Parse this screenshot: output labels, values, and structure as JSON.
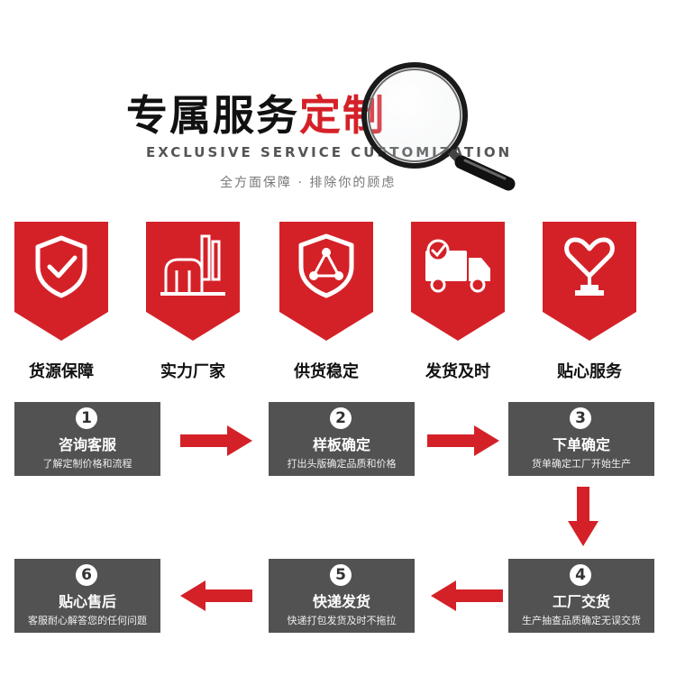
{
  "header": {
    "title_black": "专属服务",
    "title_red": "定制",
    "subtitle": "EXCLUSIVE SERVICE CUSTOMIZATION",
    "tagline": "全方面保障 · 排除你的顾虑"
  },
  "colors": {
    "accent": "#d42128",
    "step_bg": "#525252"
  },
  "services": [
    {
      "label": "货源保障",
      "icon": "shield-check-icon"
    },
    {
      "label": "实力厂家",
      "icon": "factory-icon"
    },
    {
      "label": "供货稳定",
      "icon": "shield-triangle-icon"
    },
    {
      "label": "发货及时",
      "icon": "delivery-truck-icon"
    },
    {
      "label": "贴心服务",
      "icon": "heart-trophy-icon"
    }
  ],
  "steps": [
    {
      "num": "1",
      "title": "咨询客服",
      "desc": "了解定制价格和流程"
    },
    {
      "num": "2",
      "title": "样板确定",
      "desc": "打出头版确定品质和价格"
    },
    {
      "num": "3",
      "title": "下单确定",
      "desc": "货单确定工厂开始生产"
    },
    {
      "num": "4",
      "title": "工厂交货",
      "desc": "生产抽查品质确定无误交货"
    },
    {
      "num": "5",
      "title": "快递发货",
      "desc": "快递打包发货及时不拖拉"
    },
    {
      "num": "6",
      "title": "贴心售后",
      "desc": "客服耐心解答您的任何问题"
    }
  ]
}
